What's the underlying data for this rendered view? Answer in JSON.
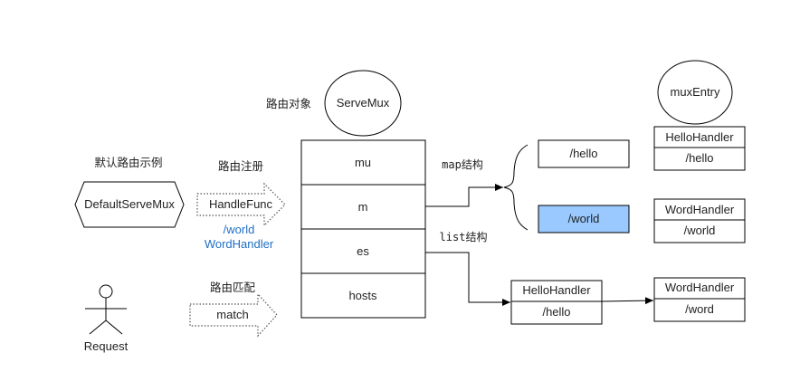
{
  "labels": {
    "route_object": "路由对象",
    "servemux": "ServeMux",
    "muxentry": "muxEntry",
    "default_example": "默认路由示例",
    "default_servemux": "DefaultServeMux",
    "route_register": "路由注册",
    "handlefunc": "HandleFunc",
    "world_path": "/world",
    "word_handler": "WordHandler",
    "route_match": "路由匹配",
    "match": "match",
    "request": "Request",
    "map_struct": "map结构",
    "list_struct": "list结构"
  },
  "servemux_fields": [
    "mu",
    "m",
    "es",
    "hosts"
  ],
  "map_entries": [
    "/hello",
    "/world"
  ],
  "mux_entries": [
    {
      "handler": "HelloHandler",
      "path": "/hello"
    },
    {
      "handler": "WordHandler",
      "path": "/world"
    }
  ],
  "list_entries": [
    {
      "handler": "HelloHandler",
      "path": "/hello"
    },
    {
      "handler": "WordHandler",
      "path": "/word"
    }
  ],
  "colors": {
    "highlight": "#99c9ff",
    "accent_text": "#1f6fc5"
  }
}
